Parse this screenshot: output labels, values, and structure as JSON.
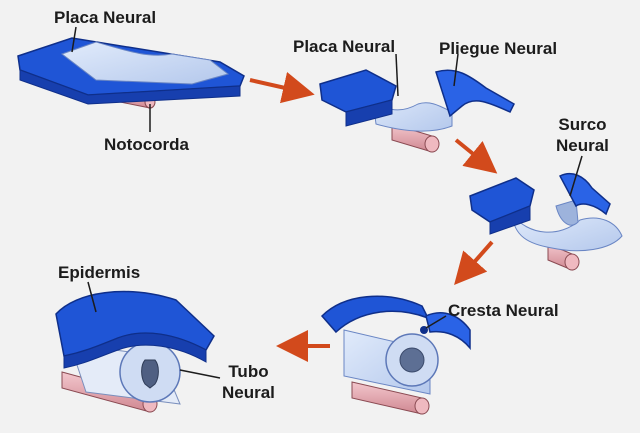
{
  "labels": {
    "placa_neural_1": "Placa Neural",
    "notocorda": "Notocorda",
    "placa_neural_2": "Placa Neural",
    "pliegue_neural": "Pliegue Neural",
    "surco_neural_line1": "Surco",
    "surco_neural_line2": "Neural",
    "cresta_neural": "Cresta Neural",
    "epidermis": "Epidermis",
    "tubo_neural_line1": "Tubo",
    "tubo_neural_line2": "Neural"
  },
  "colors": {
    "background": "#f2f2f2",
    "ectoderm_blue": "#1f55d6",
    "ectoderm_blue_dark": "#0f2f8a",
    "neural_plate_light": "#c9d9f4",
    "notochord_pink": "#e6a8b0",
    "arrow": "#d24a1c",
    "label_text": "#1c1c1c"
  }
}
